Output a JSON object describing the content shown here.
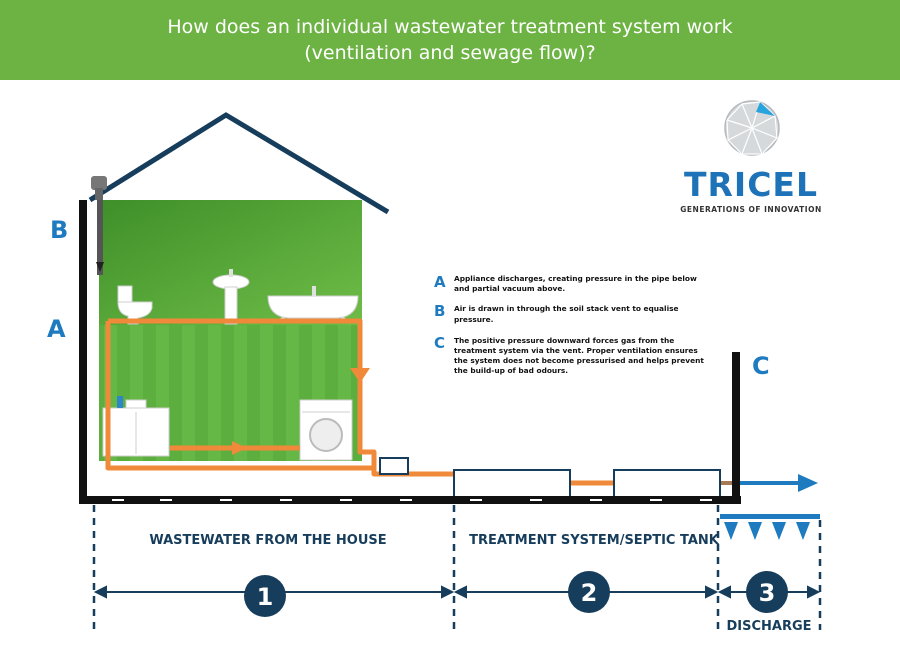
{
  "header": {
    "title_line1": "How does an individual wastewater treatment system work",
    "title_line2": "(ventilation and sewage flow)?"
  },
  "logo": {
    "brand": "TRICEL",
    "tagline": "GENERATIONS OF INNOVATION"
  },
  "markers": {
    "b": "B",
    "a": "A",
    "c": "C"
  },
  "legend": [
    {
      "letter": "A",
      "line1": "Appliance discharges, creating pressure in the pipe below",
      "line2": "and partial vacuum above.",
      "line3": ""
    },
    {
      "letter": "B",
      "line1": "Air is drawn in through the soil stack vent to equalise",
      "line2": "pressure.",
      "line3": ""
    },
    {
      "letter": "C",
      "line1": "The positive pressure downward forces gas from the",
      "line2": "treatment system via the vent. Proper ventilation ensures",
      "line3": "the system does not become pressurised and helps prevent",
      "line4": "the build-up of bad odours."
    }
  ],
  "sections": [
    {
      "label": "WASTEWATER FROM THE HOUSE",
      "number": "1"
    },
    {
      "label": "TREATMENT SYSTEM/SEPTIC TANK",
      "number": "2"
    },
    {
      "label": "DISCHARGE",
      "number": "3"
    }
  ],
  "colors": {
    "header_green": "#6db344",
    "house_green": "#5aaa3c",
    "pipe_orange": "#f0893a",
    "navy": "#173d5c",
    "accent_blue": "#1e7bbf"
  }
}
